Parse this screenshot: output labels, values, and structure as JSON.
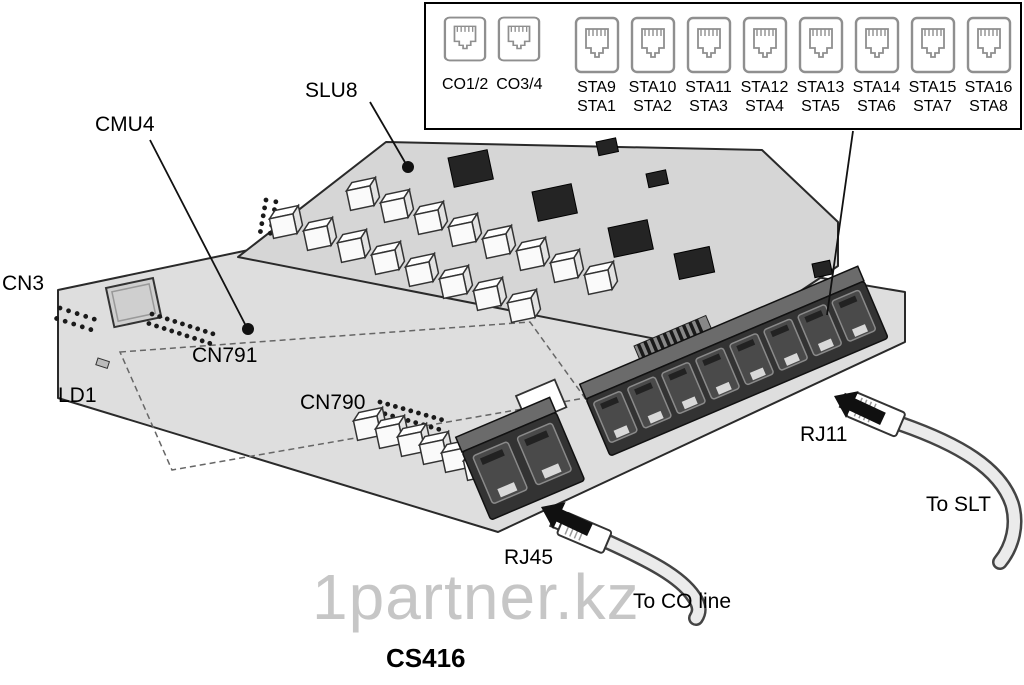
{
  "board": {
    "title": "CS416"
  },
  "watermark": "1partner.kz",
  "callout": {
    "co": [
      "CO1/2",
      "CO3/4"
    ],
    "sta": [
      {
        "top": "STA9",
        "bottom": "STA1"
      },
      {
        "top": "STA10",
        "bottom": "STA2"
      },
      {
        "top": "STA11",
        "bottom": "STA3"
      },
      {
        "top": "STA12",
        "bottom": "STA4"
      },
      {
        "top": "STA13",
        "bottom": "STA5"
      },
      {
        "top": "STA14",
        "bottom": "STA6"
      },
      {
        "top": "STA15",
        "bottom": "STA7"
      },
      {
        "top": "STA16",
        "bottom": "STA8"
      }
    ]
  },
  "labels": {
    "slu8": "SLU8",
    "cmu4": "CMU4",
    "cn3": "CN3",
    "cn791": "CN791",
    "ld1": "LD1",
    "cn790": "CN790",
    "rj11": "RJ11",
    "rj45": "RJ45",
    "to_slt": "To SLT",
    "to_co_line": "To CO line"
  },
  "icons": {
    "rj_jack": "rj-jack-icon",
    "arrow": "black-arrow-icon"
  },
  "colors": {
    "board": "#dedede",
    "upper_board": "#d6d6d6",
    "jack_block": "#333333",
    "outline": "#2a2a2a"
  }
}
